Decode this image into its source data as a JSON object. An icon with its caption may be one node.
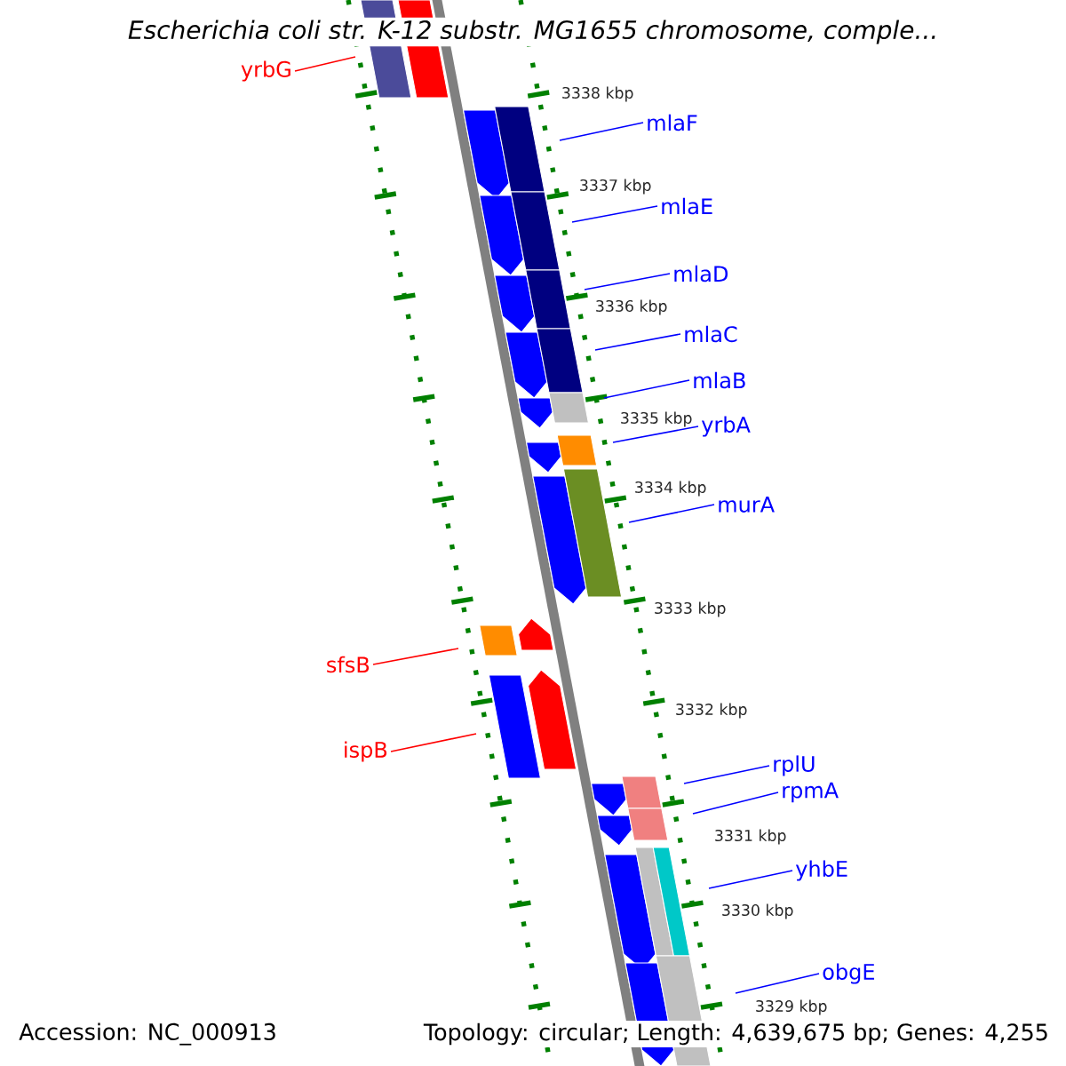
{
  "diagram": {
    "title": "Escherichia coli str. K-12 substr. MG1655 chromosome, comple...",
    "nodes": [
      {
        "text": [
          "yrbG"
        ]
      },
      {
        "text": [
          "mlaF"
        ]
      },
      {
        "text": [
          "mlaE"
        ]
      },
      {
        "text": [
          "mlaD"
        ]
      },
      {
        "text": [
          "mlaC"
        ]
      },
      {
        "text": [
          "mlaB"
        ]
      },
      {
        "text": [
          "yrbA"
        ]
      },
      {
        "text": [
          "murA"
        ]
      },
      {
        "text": [
          "sfsB"
        ]
      },
      {
        "text": [
          "ispB"
        ]
      },
      {
        "text": [
          "rplU"
        ]
      },
      {
        "text": [
          "rpmA"
        ]
      },
      {
        "text": [
          "yhbE"
        ]
      },
      {
        "text": [
          "obgE"
        ]
      }
    ],
    "edges": [
      {
        "from": 0,
        "to": null,
        "arrow": "none",
        "color": "#ff0000"
      },
      {
        "from": 1,
        "to": null,
        "arrow": "none"
      },
      {
        "from": 2,
        "to": null,
        "arrow": "none"
      },
      {
        "from": 3,
        "to": null,
        "arrow": "none"
      },
      {
        "from": 4,
        "to": null,
        "arrow": "none"
      },
      {
        "from": 5,
        "to": null,
        "arrow": "none"
      },
      {
        "from": 6,
        "to": null,
        "arrow": "none"
      },
      {
        "from": 7,
        "to": null,
        "arrow": "none"
      },
      {
        "from": 8,
        "to": null,
        "arrow": "none",
        "color": "#ff0000"
      },
      {
        "from": 9,
        "to": null,
        "arrow": "none",
        "color": "#ff0000"
      },
      {
        "from": 10,
        "to": null,
        "arrow": "none"
      },
      {
        "from": 11,
        "to": null,
        "arrow": "none"
      },
      {
        "from": 12,
        "to": null,
        "arrow": "none"
      },
      {
        "from": 13,
        "to": null,
        "arrow": "none"
      }
    ],
    "labels": [
      "3338 kbp",
      "3337 kbp",
      "3336 kbp",
      "3335 kbp",
      "3334 kbp",
      "3333 kbp",
      "3332 kbp",
      "3331 kbp",
      "3330 kbp",
      "3329 kbp",
      "Accession: NC_000913",
      "Topology: circular; Length: 4,639,675 bp; Genes: 4,255"
    ]
  }
}
